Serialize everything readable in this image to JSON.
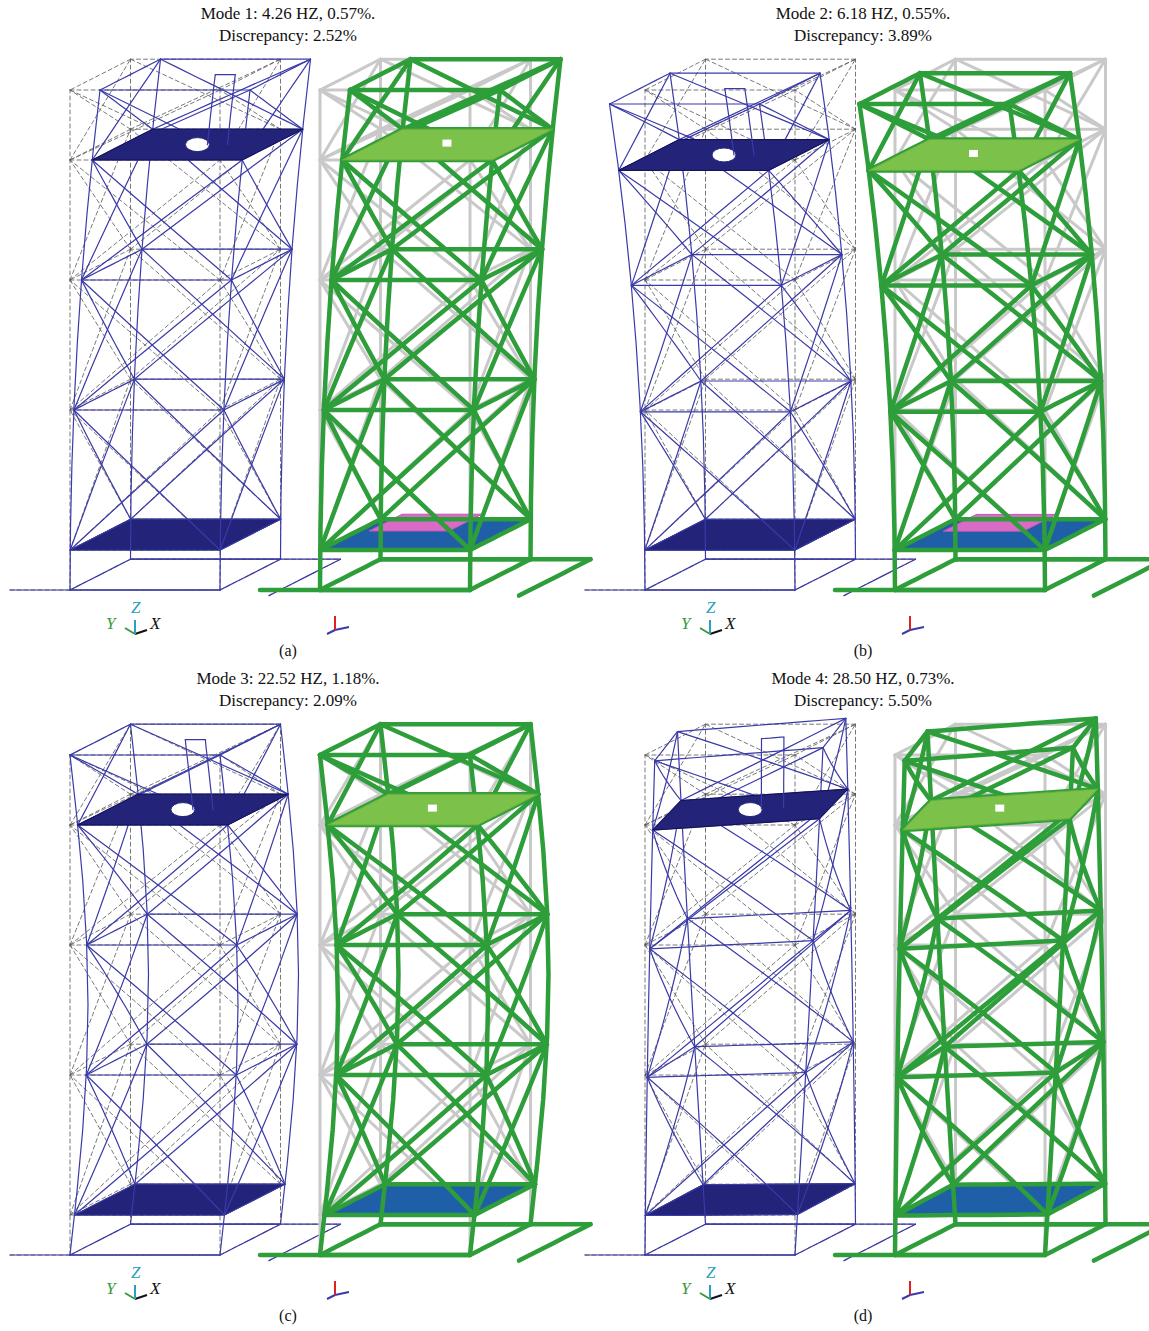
{
  "diagram": {
    "labels": [
      "Mode 1: 4.26 HZ, 0.57%.",
      "Discrepancy: 2.52%",
      "Y",
      "Z",
      "X",
      "(a)",
      "Mode 2: 6.18 HZ, 0.55%.",
      "Discrepancy: 3.89%",
      "Y",
      "Z",
      "X",
      "(b)",
      "Mode 3: 22.52 HZ, 1.18%.",
      "Discrepancy: 2.09%",
      "Y",
      "Z",
      "X",
      "(c)",
      "Mode 4: 28.50 HZ, 0.73%.",
      "Discrepancy: 5.50%",
      "Y",
      "Z",
      "X",
      "(d)"
    ]
  }
}
